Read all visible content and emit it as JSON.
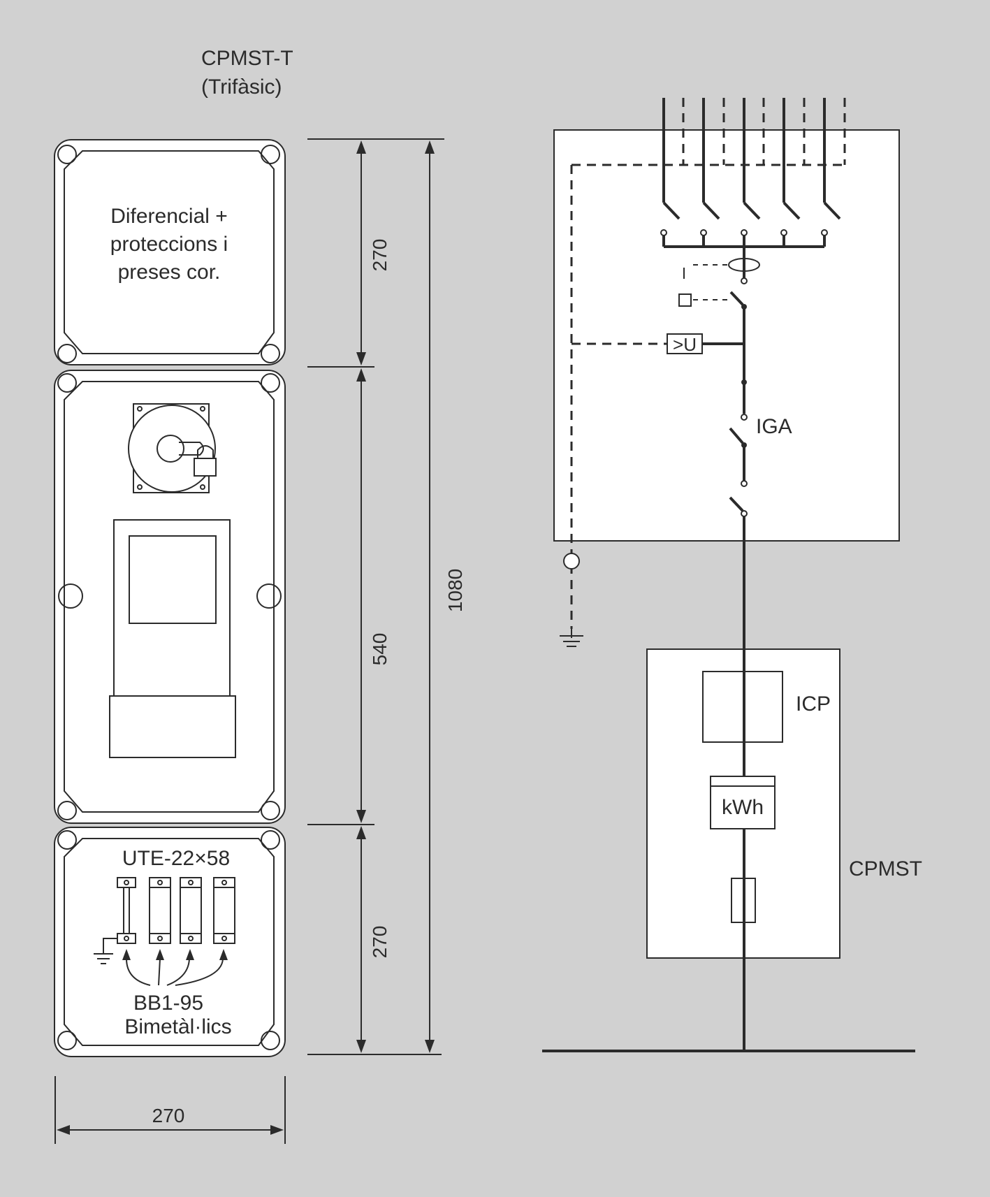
{
  "cabinet": {
    "title_line1": "CPMST-T",
    "title_line2": "(Trifàsic)",
    "top_module": {
      "line1": "Diferencial +",
      "line2": "proteccions i",
      "line3": "preses cor."
    },
    "bottom_module": {
      "title": "UTE-22×58",
      "label_line1": "BB1-95",
      "label_line2": "Bimetàl·lics"
    }
  },
  "dimensions": {
    "top": "270",
    "middle": "540",
    "bottom": "270",
    "total": "1080",
    "width": "270"
  },
  "schematic": {
    "overvoltage_label": ">U",
    "iga_label": "IGA",
    "icp_label": "ICP",
    "meter_label": "kWh",
    "cpmst_label": "CPMST"
  },
  "colors": {
    "background": "#d1d1d1",
    "line": "#2b2b2b",
    "fill": "#ffffff"
  }
}
